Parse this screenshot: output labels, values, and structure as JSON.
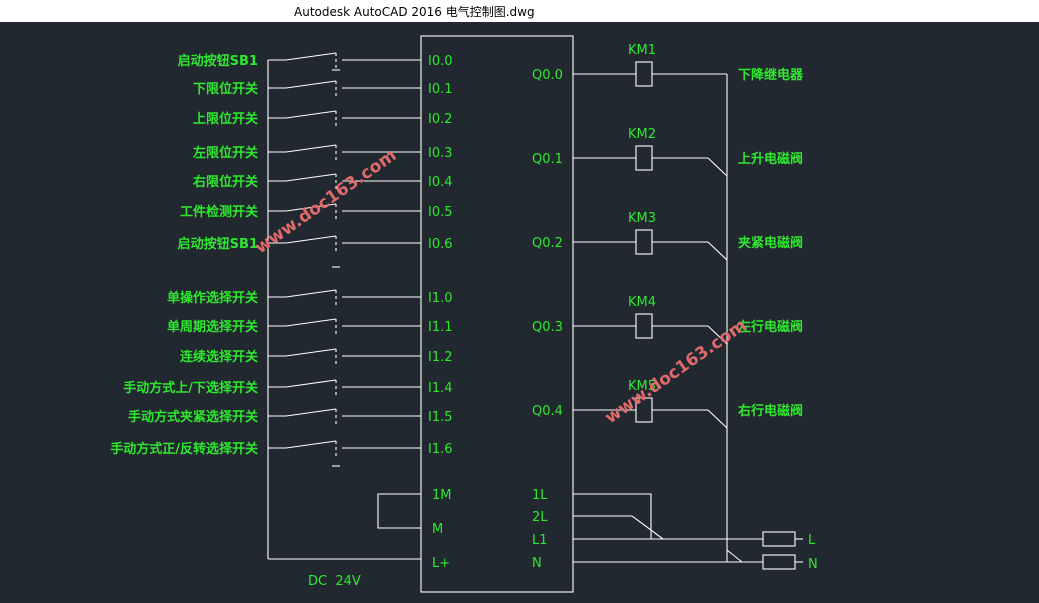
{
  "window": {
    "title": "Autodesk AutoCAD 2016    电气控制图.dwg"
  },
  "inputs": [
    {
      "label": "启动按钮SB1",
      "addr": "I0.0"
    },
    {
      "label": "下限位开关",
      "addr": "I0.1"
    },
    {
      "label": "上限位开关",
      "addr": "I0.2"
    },
    {
      "label": "左限位开关",
      "addr": "I0.3"
    },
    {
      "label": "右限位开关",
      "addr": "I0.4"
    },
    {
      "label": "工件检测开关",
      "addr": "I0.5"
    },
    {
      "label": "启动按钮SB1",
      "addr": "I0.6"
    },
    {
      "label": "单操作选择开关",
      "addr": "I1.0"
    },
    {
      "label": "单周期选择开关",
      "addr": "I1.1"
    },
    {
      "label": "连续选择开关",
      "addr": "I1.2"
    },
    {
      "label": "手动方式上/下选择开关",
      "addr": "I1.4"
    },
    {
      "label": "手动方式夹紧选择开关",
      "addr": "I1.5"
    },
    {
      "label": "手动方式正/反转选择开关",
      "addr": "I1.6"
    }
  ],
  "outputs": [
    {
      "addr": "Q0.0",
      "coil": "KM1",
      "label": "下降继电器"
    },
    {
      "addr": "Q0.1",
      "coil": "KM2",
      "label": "上升电磁阀"
    },
    {
      "addr": "Q0.2",
      "coil": "KM3",
      "label": "夹紧电磁阀"
    },
    {
      "addr": "Q0.3",
      "coil": "KM4",
      "label": "左行电磁阀"
    },
    {
      "addr": "Q0.4",
      "coil": "KM5",
      "label": "右行电磁阀"
    }
  ],
  "plc_terminals": {
    "left": [
      "1M",
      "M",
      "L+"
    ],
    "right": [
      "1L",
      "2L",
      "L1",
      "N"
    ]
  },
  "supply_label": "DC  24V",
  "line_labels": [
    "L",
    "N"
  ],
  "colors": {
    "background": "#212830",
    "wire": "#ffffff",
    "text": "#2ee82e",
    "watermark": "#e06a6a"
  },
  "watermark": "www.doc163.com"
}
